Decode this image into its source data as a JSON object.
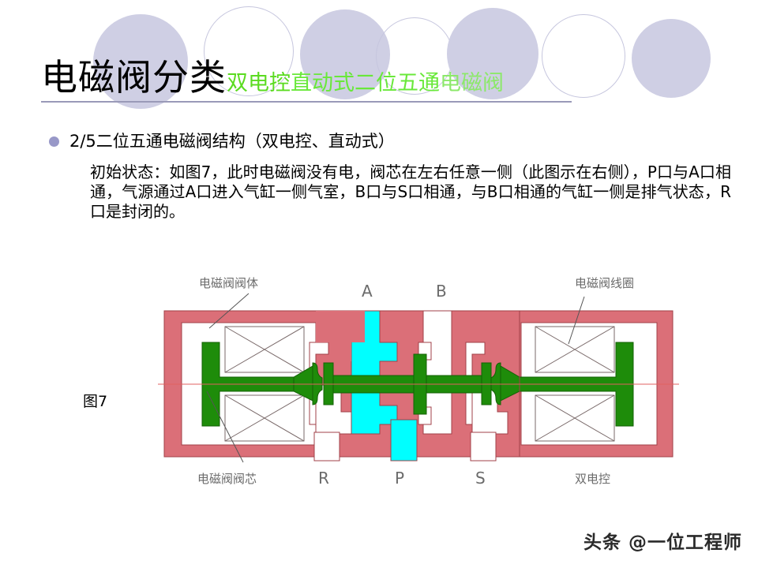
{
  "slide": {
    "title_main": "电磁阀分类",
    "title_sub_1": "双电控",
    "title_sub_2": "直动式二位五通",
    "title_sub_3": "电磁阀",
    "bullet_heading": "2/5二位五通电磁阀结构（双电控、直动式）",
    "paragraph": "初始状态：如图7，此时电磁阀没有电，阀芯在左右任意一侧（此图示在右侧），P口与A口相通，气源通过A口进入气缸一侧气室，B口与S口相通，与B口相通的气缸一侧是排气状态，R口是封闭的。",
    "figure_label": "图7",
    "watermark": "头条 @一位工程师"
  },
  "diagram": {
    "callouts": {
      "body": "电磁阀阀体",
      "coil": "电磁阀线圈",
      "spool": "电磁阀阀芯",
      "dual_control": "双电控"
    },
    "ports": {
      "a": "A",
      "b": "B",
      "r": "R",
      "p": "P",
      "s": "S"
    },
    "colors": {
      "body_fill": "#DB6F78",
      "body_stroke": "#A04048",
      "spool_green": "#1E8C0A",
      "air_cyan": "#00FFFF",
      "cavity_white": "#FFFFFF",
      "coil_stroke": "#7a6a6a",
      "centerline": "#E06060",
      "label_text": "#6b6b6b"
    }
  },
  "decor": {
    "fill_color": "#cfcfe4",
    "outline_color": "#c6c6de"
  }
}
